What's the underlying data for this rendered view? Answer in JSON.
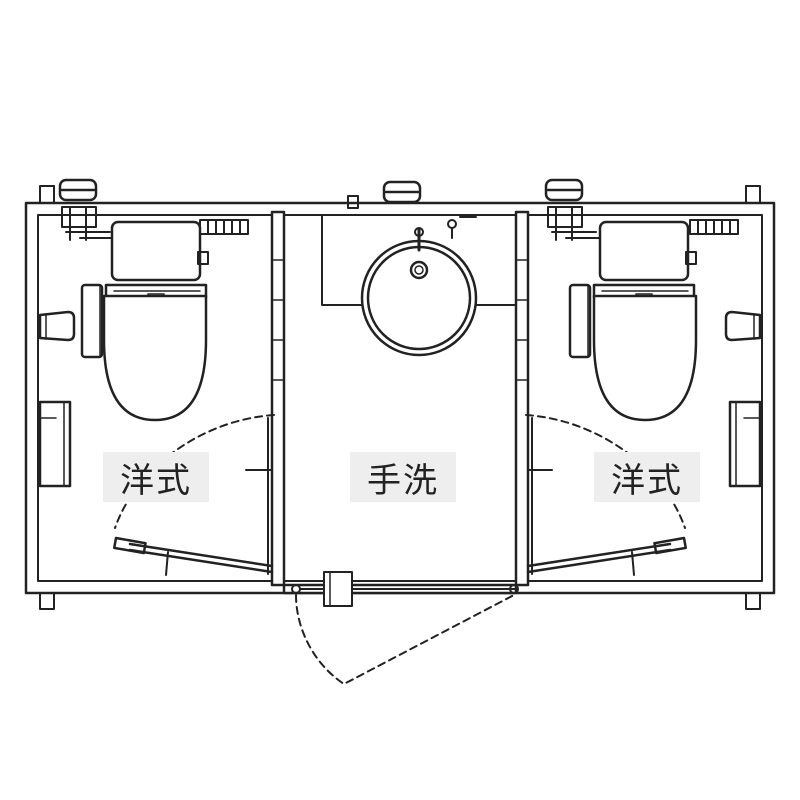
{
  "rooms": {
    "left": {
      "label": "洋式"
    },
    "center": {
      "label": "手洗"
    },
    "right": {
      "label": "洋式"
    }
  },
  "colors": {
    "line": "#222222",
    "label_bg": "#eeeeee",
    "background": "#ffffff"
  }
}
